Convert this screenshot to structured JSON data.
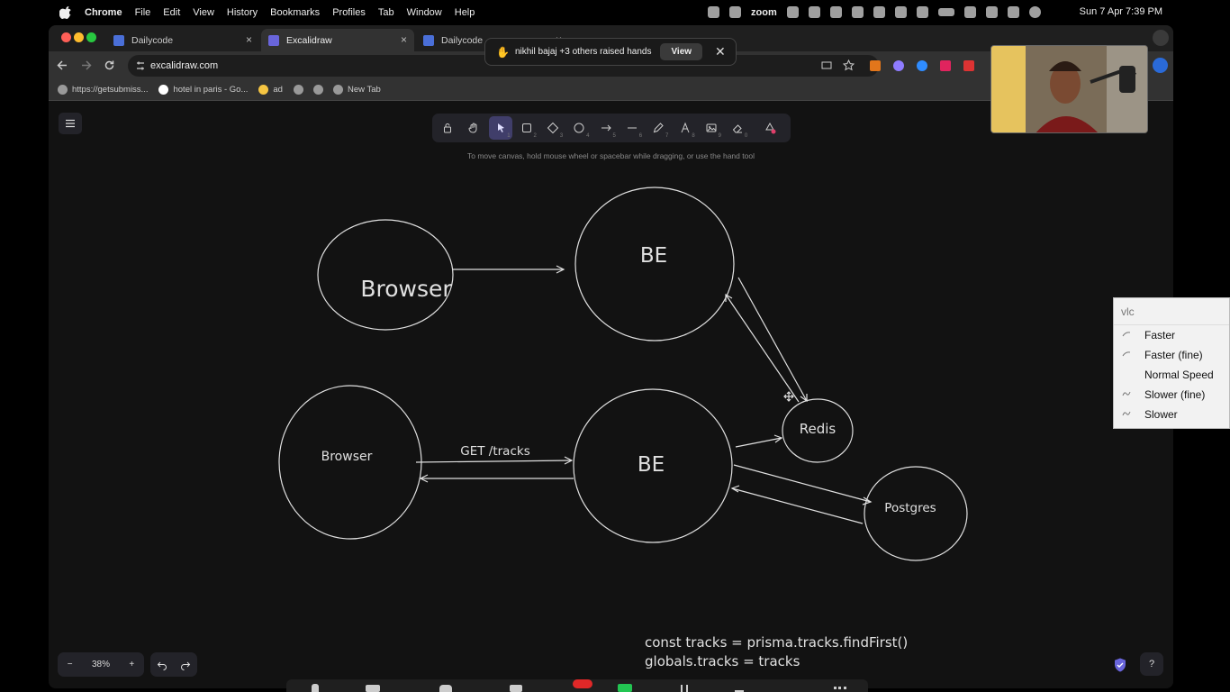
{
  "menubar": {
    "app": "Chrome",
    "items": [
      "File",
      "Edit",
      "View",
      "History",
      "Bookmarks",
      "Profiles",
      "Tab",
      "Window",
      "Help"
    ],
    "zoom_label": "zoom",
    "clock": "Sun 7 Apr  7:39 PM"
  },
  "tabs": [
    {
      "label": "Dailycode"
    },
    {
      "label": "Excalidraw"
    },
    {
      "label": "Dailycode"
    }
  ],
  "address": {
    "url": "excalidraw.com"
  },
  "bookmarks": [
    "https://getsubmiss...",
    "hotel in paris - Go...",
    "ad",
    "New Tab"
  ],
  "notification": {
    "text": "nikhil bajaj +3 others raised hands",
    "view_label": "View"
  },
  "toolbar": {
    "keys": [
      "",
      "",
      "1",
      "2",
      "3",
      "4",
      "5",
      "6",
      "7",
      "8",
      "9",
      "0",
      ""
    ],
    "hint": "To move canvas, hold mouse wheel or spacebar while dragging, or use the hand tool"
  },
  "canvas": {
    "labels": {
      "browser_top": "Browser",
      "be_top": "BE",
      "browser_bottom": "Browser",
      "be_bottom": "BE",
      "redis": "Redis",
      "postgres": "Postgres",
      "get_tracks": "GET /tracks",
      "code_line1": "const tracks = prisma.tracks.findFirst()",
      "code_line2": "globals.tracks = tracks"
    }
  },
  "footer": {
    "zoom_level": "38%",
    "zoom_out": "−",
    "zoom_in": "+",
    "help": "?"
  },
  "vlc_menu": {
    "title": "vlc",
    "items": [
      "Faster",
      "Faster (fine)",
      "Normal Speed",
      "Slower (fine)",
      "Slower"
    ]
  },
  "colors": {
    "canvas_bg": "#121212",
    "stroke": "#e0e0e0",
    "selected_tool": "#403e6a"
  }
}
